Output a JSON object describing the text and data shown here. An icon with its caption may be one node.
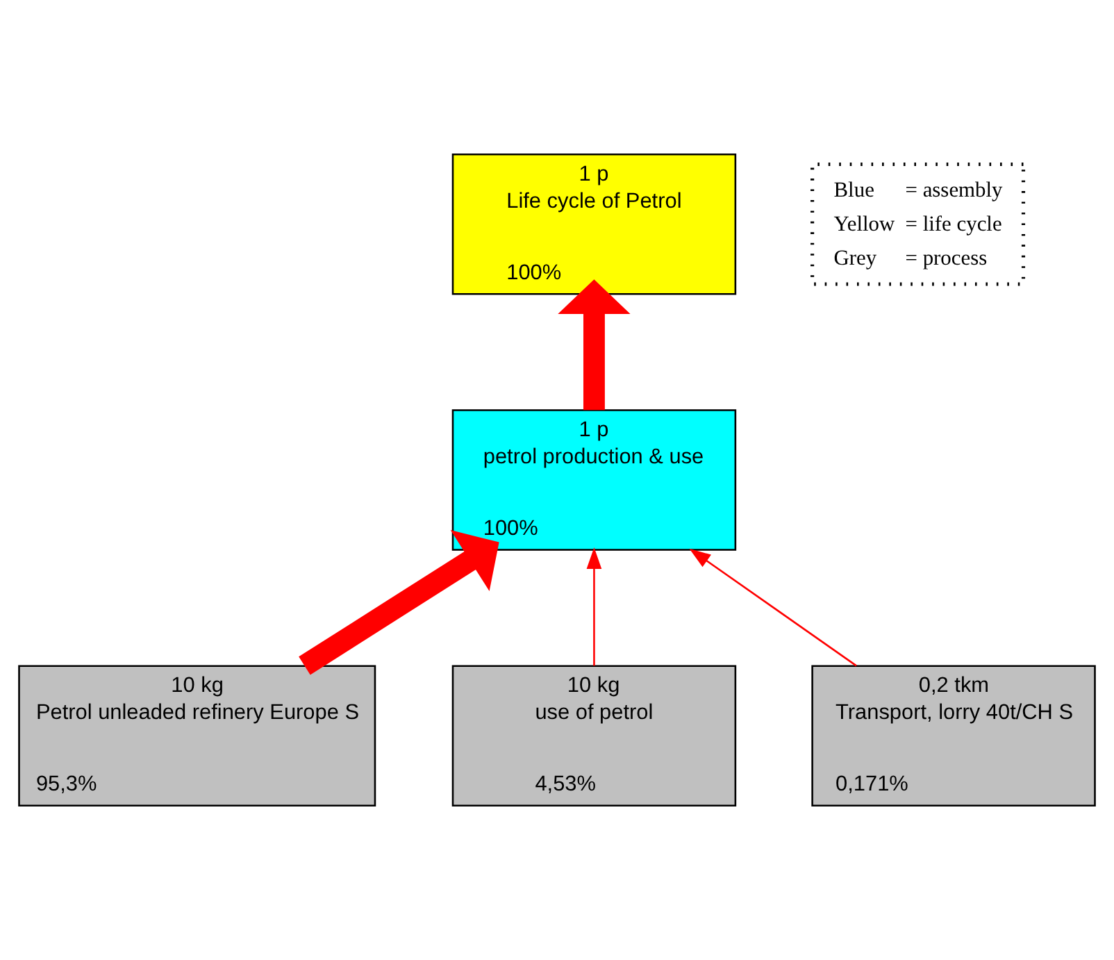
{
  "diagram": {
    "nodes": [
      {
        "text": [
          "1 p",
          "Life cycle of Petrol",
          "100%"
        ]
      },
      {
        "text": [
          "1 p",
          "petrol production & use",
          "100%"
        ]
      },
      {
        "text": [
          "10 kg",
          "Petrol unleaded refinery Europe S",
          "95,3%"
        ]
      },
      {
        "text": [
          "10 kg",
          "use of petrol",
          "4,53%"
        ]
      },
      {
        "text": [
          "0,2 tkm",
          "Transport, lorry 40t/CH S",
          "0,171%"
        ]
      }
    ],
    "edges": [
      {
        "from": 1,
        "to": 0,
        "arrow": "to",
        "style": "thick"
      },
      {
        "from": 2,
        "to": 1,
        "arrow": "to",
        "style": "thick"
      },
      {
        "from": 3,
        "to": 1,
        "arrow": "to"
      },
      {
        "from": 4,
        "to": 1,
        "arrow": "to"
      }
    ],
    "labels": [
      "Blue",
      "= assembly",
      "Yellow",
      "= life cycle",
      "Grey",
      "= process"
    ]
  }
}
